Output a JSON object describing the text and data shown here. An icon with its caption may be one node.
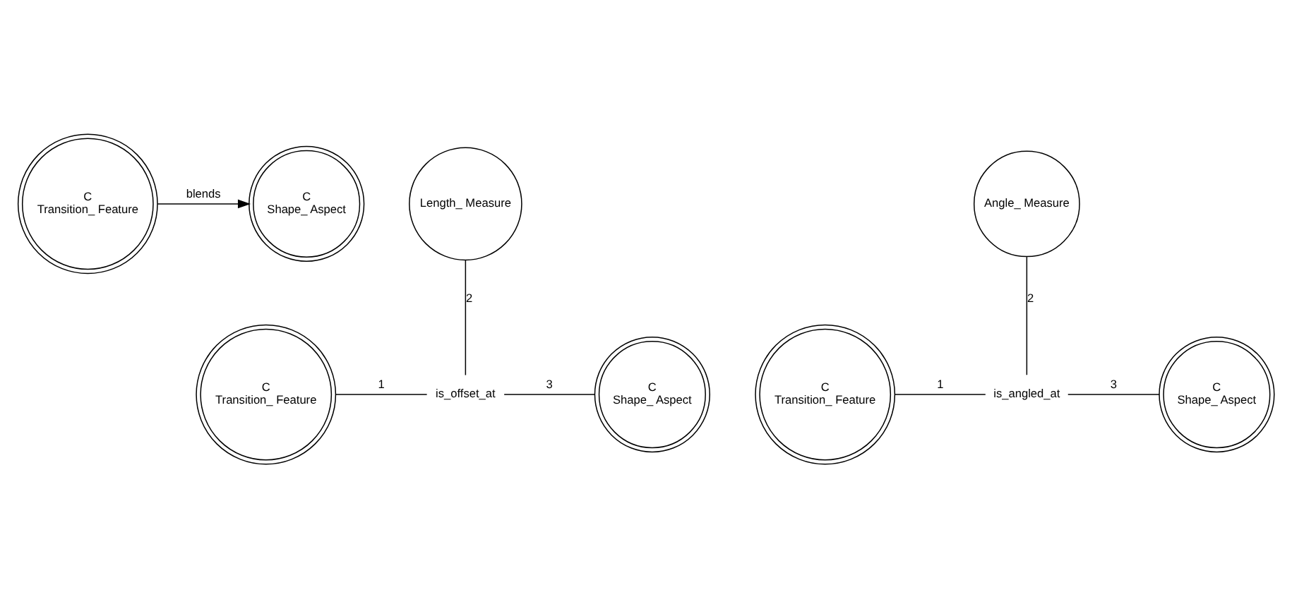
{
  "diagram": {
    "nodes": [
      {
        "text": [
          "C",
          "Transition_ Feature"
        ]
      },
      {
        "text": [
          "C",
          "Shape_ Aspect"
        ]
      },
      {
        "text": [
          "Length_ Measure"
        ]
      },
      {
        "text": [
          "Angle_ Measure"
        ]
      },
      {
        "text": [
          "C",
          "Transition_ Feature"
        ]
      },
      {
        "text": [
          "is_offset_at"
        ]
      },
      {
        "text": [
          "C",
          "Shape_ Aspect"
        ]
      },
      {
        "text": [
          "C",
          "Transition_ Feature"
        ]
      },
      {
        "text": [
          "is_angled_at"
        ]
      },
      {
        "text": [
          "C",
          "Shape_ Aspect"
        ]
      }
    ],
    "edges": [
      {
        "from": 0,
        "to": 1,
        "arrow": "to",
        "label": "blends"
      },
      {
        "from": 4,
        "to": 5,
        "arrow": "none",
        "label": "1"
      },
      {
        "from": 2,
        "to": 5,
        "arrow": "none",
        "label": "2"
      },
      {
        "from": 5,
        "to": 6,
        "arrow": "none",
        "label": "3"
      },
      {
        "from": 7,
        "to": 8,
        "arrow": "none",
        "label": "1"
      },
      {
        "from": 3,
        "to": 8,
        "arrow": "none",
        "label": "2"
      },
      {
        "from": 8,
        "to": 9,
        "arrow": "none",
        "label": "3"
      }
    ]
  }
}
